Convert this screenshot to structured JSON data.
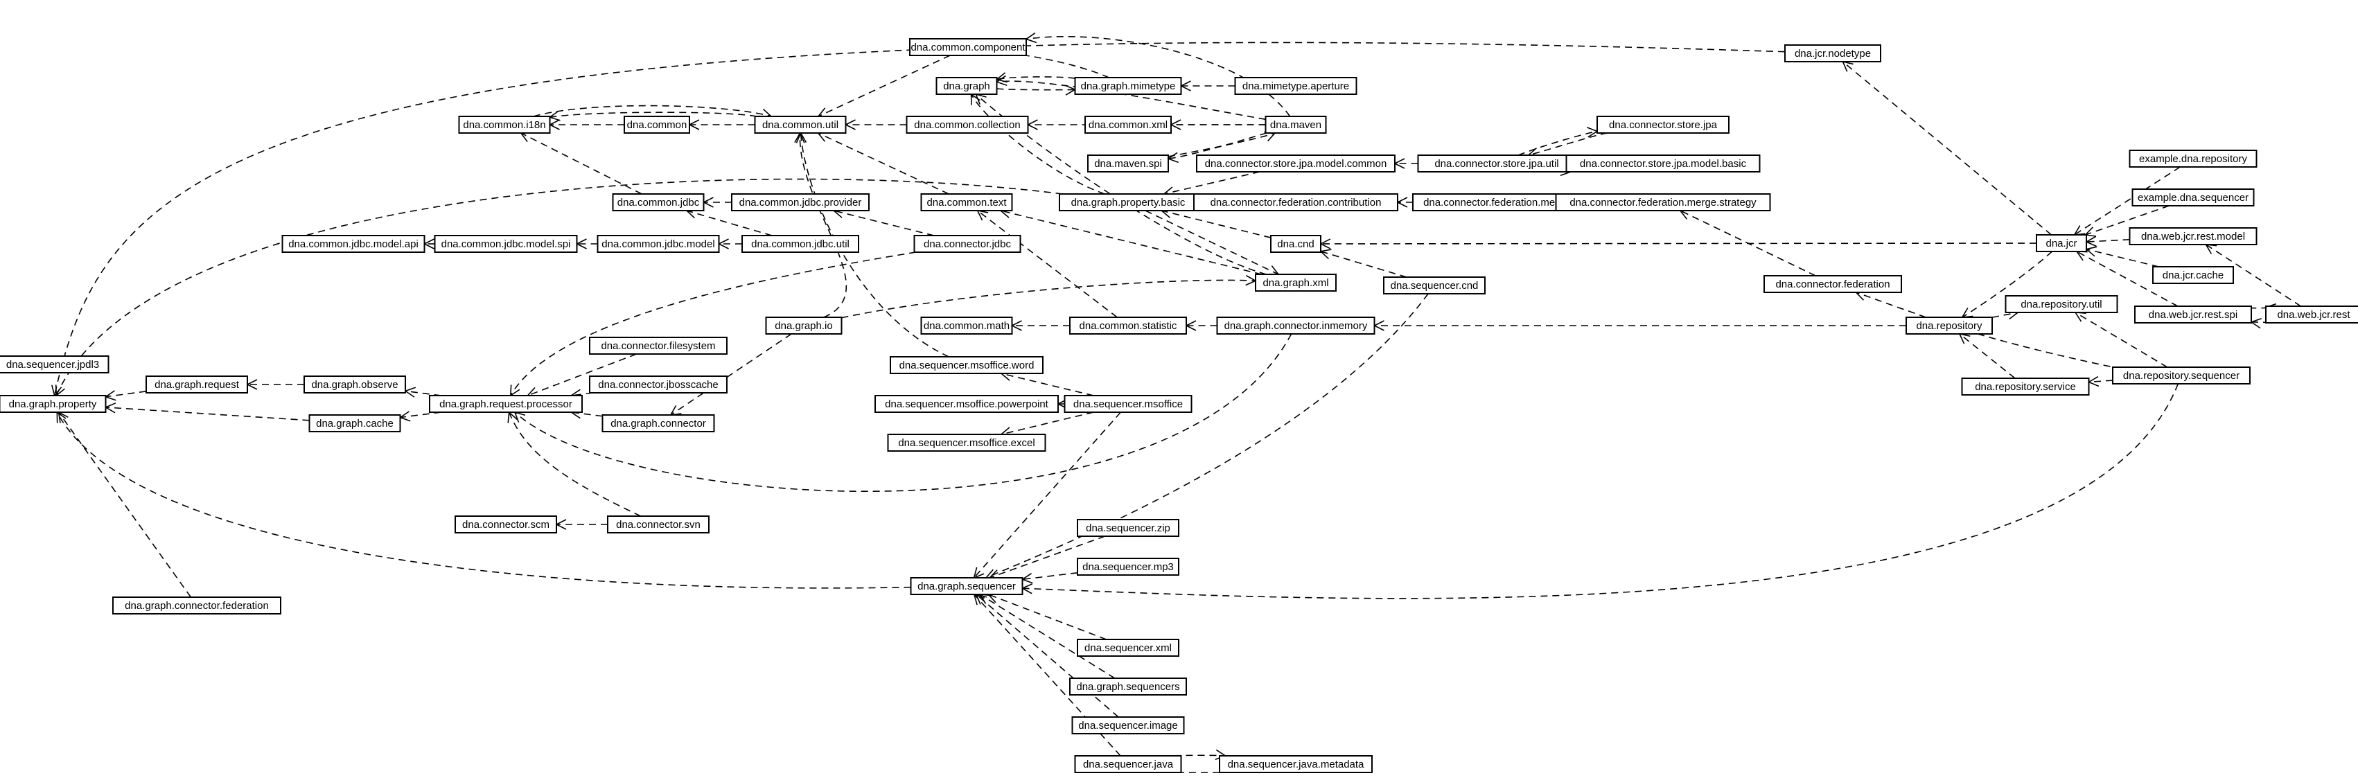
{
  "nodes": [
    {
      "id": "dna.jcr.nodetype",
      "label": "dna.jcr.nodetype"
    },
    {
      "id": "dna.common.component",
      "label": "dna.common.component"
    },
    {
      "id": "dna.graph",
      "label": "dna.graph"
    },
    {
      "id": "dna.graph.mimetype",
      "label": "dna.graph.mimetype"
    },
    {
      "id": "dna.mimetype.aperture",
      "label": "dna.mimetype.aperture"
    },
    {
      "id": "dna.common.i18n",
      "label": "dna.common.i18n"
    },
    {
      "id": "dna.common",
      "label": "dna.common"
    },
    {
      "id": "dna.common.util",
      "label": "dna.common.util"
    },
    {
      "id": "dna.common.collection",
      "label": "dna.common.collection"
    },
    {
      "id": "dna.common.xml",
      "label": "dna.common.xml"
    },
    {
      "id": "dna.maven",
      "label": "dna.maven"
    },
    {
      "id": "dna.connector.store.jpa",
      "label": "dna.connector.store.jpa"
    },
    {
      "id": "dna.maven.spi",
      "label": "dna.maven.spi"
    },
    {
      "id": "dna.connector.store.jpa.model.common",
      "label": "dna.connector.store.jpa.model.common"
    },
    {
      "id": "dna.connector.store.jpa.util",
      "label": "dna.connector.store.jpa.util"
    },
    {
      "id": "dna.connector.store.jpa.model.basic",
      "label": "dna.connector.store.jpa.model.basic"
    },
    {
      "id": "example.dna.repository",
      "label": "example.dna.repository"
    },
    {
      "id": "dna.common.jdbc",
      "label": "dna.common.jdbc"
    },
    {
      "id": "dna.common.jdbc.provider",
      "label": "dna.common.jdbc.provider"
    },
    {
      "id": "dna.common.text",
      "label": "dna.common.text"
    },
    {
      "id": "dna.graph.property.basic",
      "label": "dna.graph.property.basic"
    },
    {
      "id": "dna.connector.federation.contribution",
      "label": "dna.connector.federation.contribution"
    },
    {
      "id": "dna.connector.federation.merge",
      "label": "dna.connector.federation.merge"
    },
    {
      "id": "dna.connector.federation.merge.strategy",
      "label": "dna.connector.federation.merge.strategy"
    },
    {
      "id": "example.dna.sequencer",
      "label": "example.dna.sequencer"
    },
    {
      "id": "dna.common.jdbc.model.api",
      "label": "dna.common.jdbc.model.api"
    },
    {
      "id": "dna.common.jdbc.model.spi",
      "label": "dna.common.jdbc.model.spi"
    },
    {
      "id": "dna.common.jdbc.model",
      "label": "dna.common.jdbc.model"
    },
    {
      "id": "dna.common.jdbc.util",
      "label": "dna.common.jdbc.util"
    },
    {
      "id": "dna.connector.jdbc",
      "label": "dna.connector.jdbc"
    },
    {
      "id": "dna.cnd",
      "label": "dna.cnd"
    },
    {
      "id": "dna.jcr",
      "label": "dna.jcr"
    },
    {
      "id": "dna.web.jcr.rest.model",
      "label": "dna.web.jcr.rest.model"
    },
    {
      "id": "dna.graph.xml",
      "label": "dna.graph.xml"
    },
    {
      "id": "dna.sequencer.cnd",
      "label": "dna.sequencer.cnd"
    },
    {
      "id": "dna.connector.federation",
      "label": "dna.connector.federation"
    },
    {
      "id": "dna.jcr.cache",
      "label": "dna.jcr.cache"
    },
    {
      "id": "dna.repository.util",
      "label": "dna.repository.util"
    },
    {
      "id": "dna.web.jcr.rest.spi",
      "label": "dna.web.jcr.rest.spi"
    },
    {
      "id": "dna.web.jcr.rest",
      "label": "dna.web.jcr.rest"
    },
    {
      "id": "dna.graph.io",
      "label": "dna.graph.io"
    },
    {
      "id": "dna.common.math",
      "label": "dna.common.math"
    },
    {
      "id": "dna.common.statistic",
      "label": "dna.common.statistic"
    },
    {
      "id": "dna.graph.connector.inmemory",
      "label": "dna.graph.connector.inmemory"
    },
    {
      "id": "dna.repository",
      "label": "dna.repository"
    },
    {
      "id": "dna.connector.filesystem",
      "label": "dna.connector.filesystem"
    },
    {
      "id": "dna.sequencer.msoffice.word",
      "label": "dna.sequencer.msoffice.word"
    },
    {
      "id": "dna.sequencer.jpdl3",
      "label": "dna.sequencer.jpdl3"
    },
    {
      "id": "dna.graph.request",
      "label": "dna.graph.request"
    },
    {
      "id": "dna.graph.observe",
      "label": "dna.graph.observe"
    },
    {
      "id": "dna.connector.jbosscache",
      "label": "dna.connector.jbosscache"
    },
    {
      "id": "dna.repository.sequencer",
      "label": "dna.repository.sequencer"
    },
    {
      "id": "dna.repository.service",
      "label": "dna.repository.service"
    },
    {
      "id": "dna.graph.property",
      "label": "dna.graph.property"
    },
    {
      "id": "dna.graph.request.processor",
      "label": "dna.graph.request.processor"
    },
    {
      "id": "dna.sequencer.msoffice.powerpoint",
      "label": "dna.sequencer.msoffice.powerpoint"
    },
    {
      "id": "dna.sequencer.msoffice",
      "label": "dna.sequencer.msoffice"
    },
    {
      "id": "dna.graph.cache",
      "label": "dna.graph.cache"
    },
    {
      "id": "dna.graph.connector",
      "label": "dna.graph.connector"
    },
    {
      "id": "dna.sequencer.msoffice.excel",
      "label": "dna.sequencer.msoffice.excel"
    },
    {
      "id": "dna.connector.scm",
      "label": "dna.connector.scm"
    },
    {
      "id": "dna.connector.svn",
      "label": "dna.connector.svn"
    },
    {
      "id": "dna.sequencer.zip",
      "label": "dna.sequencer.zip"
    },
    {
      "id": "dna.sequencer.mp3",
      "label": "dna.sequencer.mp3"
    },
    {
      "id": "dna.graph.sequencer",
      "label": "dna.graph.sequencer"
    },
    {
      "id": "dna.graph.connector.federation",
      "label": "dna.graph.connector.federation"
    },
    {
      "id": "dna.sequencer.xml",
      "label": "dna.sequencer.xml"
    },
    {
      "id": "dna.graph.sequencers",
      "label": "dna.graph.sequencers"
    },
    {
      "id": "dna.sequencer.image",
      "label": "dna.sequencer.image"
    },
    {
      "id": "dna.sequencer.java",
      "label": "dna.sequencer.java"
    },
    {
      "id": "dna.sequencer.java.metadata",
      "label": "dna.sequencer.java.metadata"
    }
  ],
  "edges": [
    [
      "dna.jcr",
      "dna.jcr.nodetype"
    ],
    [
      "dna.jcr.nodetype",
      "dna.graph.property"
    ],
    [
      "dna.common.component",
      "dna.common.util"
    ],
    [
      "dna.graph.mimetype",
      "dna.common.component"
    ],
    [
      "dna.maven",
      "dna.common.component"
    ],
    [
      "dna.mimetype.aperture",
      "dna.graph.mimetype"
    ],
    [
      "dna.graph",
      "dna.graph.mimetype"
    ],
    [
      "dna.graph.mimetype",
      "dna.graph"
    ],
    [
      "dna.common",
      "dna.common.i18n"
    ],
    [
      "dna.common.util",
      "dna.common.i18n"
    ],
    [
      "dna.common.util",
      "dna.common"
    ],
    [
      "dna.common.i18n",
      "dna.common.util"
    ],
    [
      "dna.common.collection",
      "dna.common.util"
    ],
    [
      "dna.common.text",
      "dna.common.util"
    ],
    [
      "dna.graph.property.basic",
      "dna.graph.property"
    ],
    [
      "dna.maven",
      "dna.common.xml"
    ],
    [
      "dna.maven",
      "dna.common.collection"
    ],
    [
      "dna.maven.spi",
      "dna.maven"
    ],
    [
      "dna.maven",
      "dna.maven.spi"
    ],
    [
      "dna.maven",
      "dna.graph"
    ],
    [
      "dna.graph.property.basic",
      "dna.graph"
    ],
    [
      "dna.connector.store.jpa.util",
      "dna.connector.store.jpa"
    ],
    [
      "dna.connector.store.jpa",
      "dna.connector.store.jpa.util"
    ],
    [
      "dna.connector.store.jpa.model.basic",
      "dna.connector.store.jpa.util"
    ],
    [
      "dna.connector.store.jpa.util",
      "dna.connector.store.jpa.model.common"
    ],
    [
      "dna.connector.store.jpa.model.common",
      "dna.graph.property.basic"
    ],
    [
      "dna.common.jdbc",
      "dna.common.i18n"
    ],
    [
      "dna.common.jdbc.provider",
      "dna.common.jdbc"
    ],
    [
      "dna.common.jdbc.util",
      "dna.common.jdbc"
    ],
    [
      "dna.connector.jdbc",
      "dna.common.jdbc.provider"
    ],
    [
      "dna.connector.federation.contribution",
      "dna.graph.property.basic"
    ],
    [
      "dna.connector.federation.merge",
      "dna.connector.federation.contribution"
    ],
    [
      "dna.connector.federation.merge.strategy",
      "dna.connector.federation.merge"
    ],
    [
      "dna.common.jdbc.model.spi",
      "dna.common.jdbc.model.api"
    ],
    [
      "dna.common.jdbc.model",
      "dna.common.jdbc.model.spi"
    ],
    [
      "dna.common.jdbc.util",
      "dna.common.jdbc.model"
    ],
    [
      "dna.connector.jdbc",
      "dna.graph.request.processor"
    ],
    [
      "dna.cnd",
      "dna.graph.property.basic"
    ],
    [
      "dna.jcr",
      "dna.cnd"
    ],
    [
      "dna.sequencer.cnd",
      "dna.cnd"
    ],
    [
      "dna.sequencer.cnd",
      "dna.graph.sequencer"
    ],
    [
      "dna.graph.xml",
      "dna.common.text"
    ],
    [
      "dna.graph.xml",
      "dna.graph"
    ],
    [
      "dna.graph.property.basic",
      "dna.graph.xml"
    ],
    [
      "dna.graph.io",
      "dna.graph.xml"
    ],
    [
      "dna.graph.io",
      "dna.graph.connector"
    ],
    [
      "dna.graph.io",
      "dna.common.util"
    ],
    [
      "example.dna.repository",
      "dna.jcr"
    ],
    [
      "example.dna.sequencer",
      "dna.jcr"
    ],
    [
      "dna.web.jcr.rest.model",
      "dna.jcr"
    ],
    [
      "dna.jcr.cache",
      "dna.jcr"
    ],
    [
      "dna.web.jcr.rest.spi",
      "dna.jcr"
    ],
    [
      "dna.jcr",
      "dna.repository"
    ],
    [
      "dna.web.jcr.rest",
      "dna.web.jcr.rest.spi"
    ],
    [
      "dna.web.jcr.rest.spi",
      "dna.web.jcr.rest"
    ],
    [
      "dna.web.jcr.rest",
      "dna.web.jcr.rest.model"
    ],
    [
      "dna.repository",
      "dna.connector.federation"
    ],
    [
      "dna.connector.federation",
      "dna.connector.federation.merge.strategy"
    ],
    [
      "dna.repository",
      "dna.repository.util"
    ],
    [
      "dna.repository.sequencer",
      "dna.repository.util"
    ],
    [
      "dna.repository",
      "dna.repository.sequencer"
    ],
    [
      "dna.repository.sequencer",
      "dna.repository.service"
    ],
    [
      "dna.repository.service",
      "dna.repository"
    ],
    [
      "dna.repository.sequencer",
      "dna.graph.sequencer"
    ],
    [
      "dna.repository",
      "dna.graph.connector.inmemory"
    ],
    [
      "dna.graph.connector.inmemory",
      "dna.common.statistic"
    ],
    [
      "dna.graph.connector.inmemory",
      "dna.graph.request.processor"
    ],
    [
      "dna.common.statistic",
      "dna.common.math"
    ],
    [
      "dna.common.statistic",
      "dna.common.text"
    ],
    [
      "dna.sequencer.msoffice.word",
      "dna.common.util"
    ],
    [
      "dna.sequencer.msoffice",
      "dna.sequencer.msoffice.word"
    ],
    [
      "dna.sequencer.msoffice",
      "dna.sequencer.msoffice.powerpoint"
    ],
    [
      "dna.sequencer.msoffice",
      "dna.sequencer.msoffice.excel"
    ],
    [
      "dna.sequencer.msoffice",
      "dna.graph.sequencer"
    ],
    [
      "dna.graph.request",
      "dna.graph.property"
    ],
    [
      "dna.graph.observe",
      "dna.graph.request"
    ],
    [
      "dna.graph.request.processor",
      "dna.graph.observe"
    ],
    [
      "dna.graph.request.processor",
      "dna.graph.cache"
    ],
    [
      "dna.graph.cache",
      "dna.graph.property"
    ],
    [
      "dna.connector.filesystem",
      "dna.graph.request.processor"
    ],
    [
      "dna.connector.jbosscache",
      "dna.graph.request.processor"
    ],
    [
      "dna.graph.connector",
      "dna.graph.request.processor"
    ],
    [
      "dna.connector.svn",
      "dna.graph.request.processor"
    ],
    [
      "dna.connector.svn",
      "dna.connector.scm"
    ],
    [
      "dna.graph.sequencer",
      "dna.graph.property"
    ],
    [
      "dna.graph.connector.federation",
      "dna.graph.property"
    ],
    [
      "dna.sequencer.zip",
      "dna.graph.sequencer"
    ],
    [
      "dna.sequencer.mp3",
      "dna.graph.sequencer"
    ],
    [
      "dna.sequencer.xml",
      "dna.graph.sequencer"
    ],
    [
      "dna.graph.sequencers",
      "dna.graph.sequencer"
    ],
    [
      "dna.sequencer.image",
      "dna.graph.sequencer"
    ],
    [
      "dna.sequencer.java",
      "dna.graph.sequencer"
    ],
    [
      "dna.sequencer.java",
      "dna.sequencer.java.metadata"
    ],
    [
      "dna.sequencer.java.metadata",
      "dna.sequencer.java"
    ]
  ]
}
